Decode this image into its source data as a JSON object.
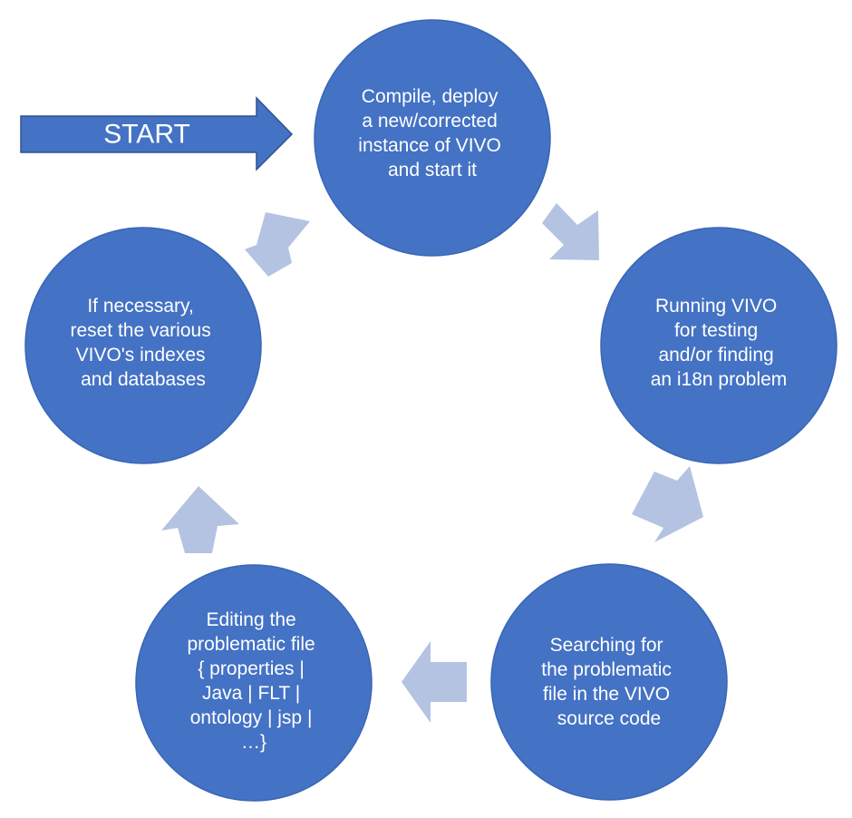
{
  "start_label": "START",
  "steps": [
    {
      "lines": [
        "Compile, deploy",
        "a new/corrected",
        "instance of VIVO",
        "and start it"
      ]
    },
    {
      "lines": [
        "Running VIVO",
        "for testing",
        "and/or finding",
        "an i18n problem"
      ]
    },
    {
      "lines": [
        "Searching for",
        "the problematic",
        "file in the VIVO",
        "source code"
      ]
    },
    {
      "lines": [
        "Editing the",
        "problematic file",
        "{ properties |",
        "Java | FLT |",
        "ontology | jsp |",
        "…}"
      ]
    },
    {
      "lines": [
        "If necessary,",
        "reset the various",
        "VIVO's indexes",
        "and databases"
      ]
    }
  ],
  "colors": {
    "circle_fill": "#4472c4",
    "cycle_arrow_fill": "#b4c3e2",
    "text": "#ffffff"
  }
}
